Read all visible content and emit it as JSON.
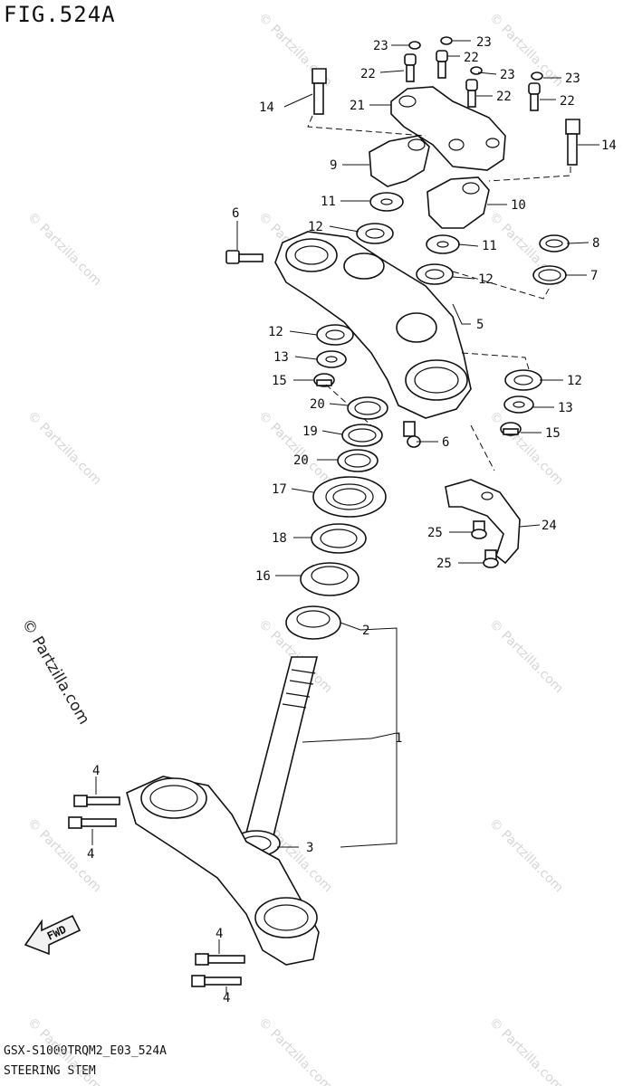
{
  "figure": {
    "title": "FIG.524A",
    "model_code": "GSX-S1000TRQM2_E03_524A",
    "caption": "STEERING STEM",
    "direction_arrow": "FWD",
    "watermark_main": "© Partzilla.com",
    "watermark_repeat": "© Partzilla.com"
  },
  "callouts": {
    "c1": "1",
    "c2": "2",
    "c3": "3",
    "c4a": "4",
    "c4b": "4",
    "c4c": "4",
    "c4d": "4",
    "c5": "5",
    "c6a": "6",
    "c6b": "6",
    "c7": "7",
    "c8": "8",
    "c9": "9",
    "c10": "10",
    "c11a": "11",
    "c11b": "11",
    "c12a": "12",
    "c12b": "12",
    "c12c": "12",
    "c12d": "12",
    "c13a": "13",
    "c13b": "13",
    "c14a": "14",
    "c14b": "14",
    "c15a": "15",
    "c15b": "15",
    "c16": "16",
    "c17": "17",
    "c18": "18",
    "c19": "19",
    "c20a": "20",
    "c20b": "20",
    "c21": "21",
    "c22a": "22",
    "c22b": "22",
    "c22c": "22",
    "c22d": "22",
    "c23a": "23",
    "c23b": "23",
    "c23c": "23",
    "c23d": "23",
    "c24": "24",
    "c25a": "25",
    "c25b": "25"
  }
}
